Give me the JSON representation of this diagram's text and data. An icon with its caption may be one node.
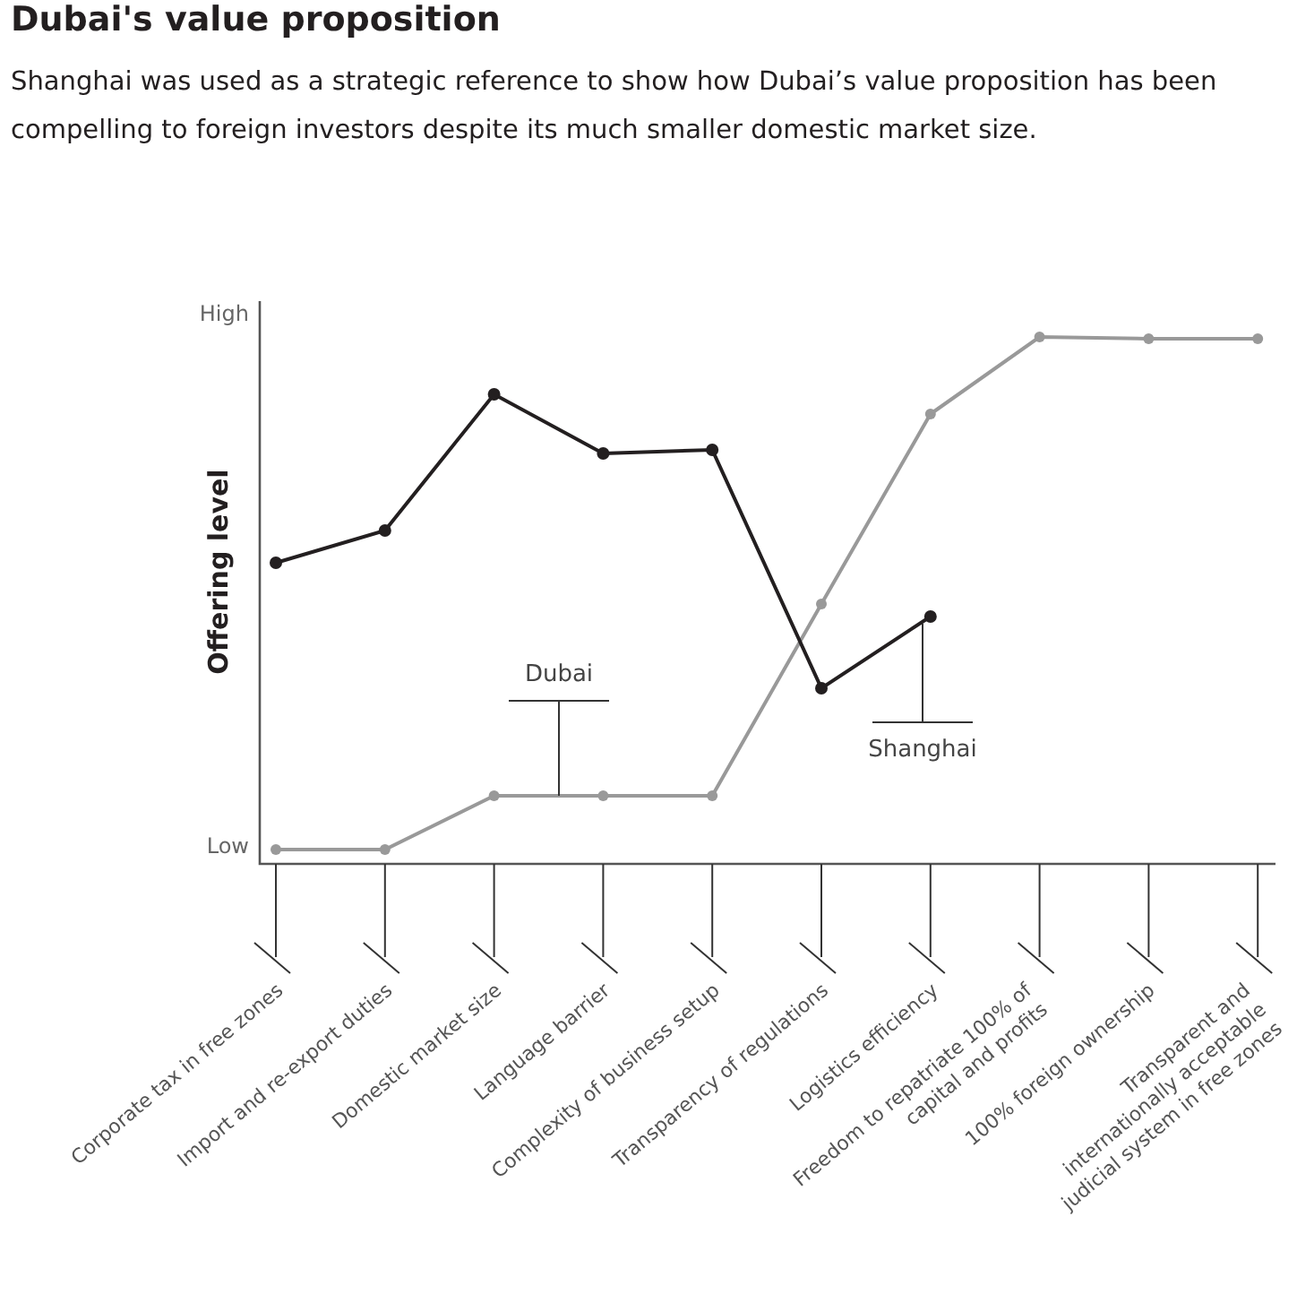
{
  "diagram": {
    "title": "Dubai's value proposition",
    "caption": "Shanghai was used as a strategic reference to show how Dubai’s value proposition has been compelling to foreign investors despite its much smaller domestic market size.",
    "nodes": [
      {
        "text": [
          "Dubai"
        ]
      },
      {
        "text": [
          "Shanghai"
        ]
      }
    ],
    "edges": [
      {
        "from": 0,
        "to": null,
        "arrow": "none"
      },
      {
        "from": 1,
        "to": null,
        "arrow": "none"
      }
    ],
    "labels": [
      "High",
      "Offering level",
      "Low",
      "Corporate tax in free zones",
      "Import and re-export duties",
      "Domestic market size",
      "Language barrier",
      "Complexity of business setup",
      "Transparency of regulations",
      "Logistics efficiency",
      "Freedom to repatriate 100% of capital and profits",
      "100% foreign ownership",
      "Transparent and internationally acceptable judicial system in free zones"
    ]
  }
}
